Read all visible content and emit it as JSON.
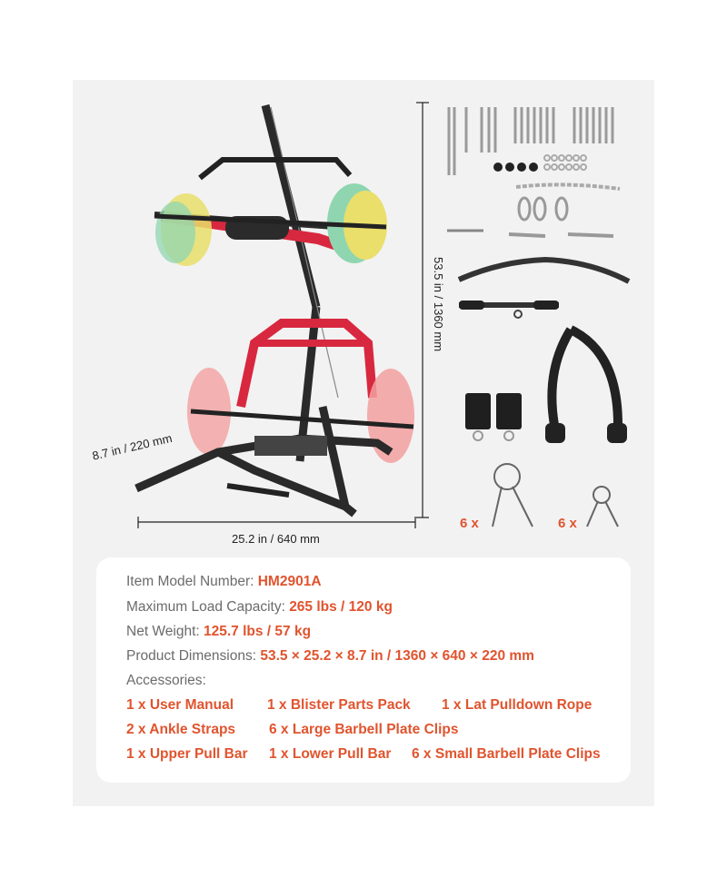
{
  "dimensions": {
    "height": "53.5 in / 1360 mm",
    "width": "25.2 in / 640 mm",
    "depth": "8.7 in / 220 mm"
  },
  "clip_counts": {
    "large": "6 x",
    "small": "6 x"
  },
  "specs": {
    "model_label": "Item Model Number:",
    "model_value": "HM2901A",
    "load_label": "Maximum Load Capacity:",
    "load_value": "265 lbs / 120 kg",
    "weight_label": "Net Weight:",
    "weight_value": "125.7 lbs / 57 kg",
    "dims_label": "Product Dimensions:",
    "dims_value": "53.5 × 25.2 × 8.7 in / 1360 × 640 × 220 mm",
    "accessories_label": "Accessories:"
  },
  "accessories": [
    "1 x User Manual",
    "1 x Blister Parts Pack",
    "1 x Lat Pulldown Rope",
    "2 x Ankle Straps",
    "6 x Large Barbell Plate Clips",
    "1 x Upper Pull Bar",
    "1 x Lower Pull Bar",
    "6 x Small Barbell Plate Clips"
  ],
  "colors": {
    "frame_red": "#d8283f",
    "frame_black": "#2a2a2a",
    "accent_orange": "#e0542e",
    "plate_green": "#8fd6b0",
    "plate_yellow": "#e9df6a",
    "plate_pink": "#f3a0a0"
  }
}
